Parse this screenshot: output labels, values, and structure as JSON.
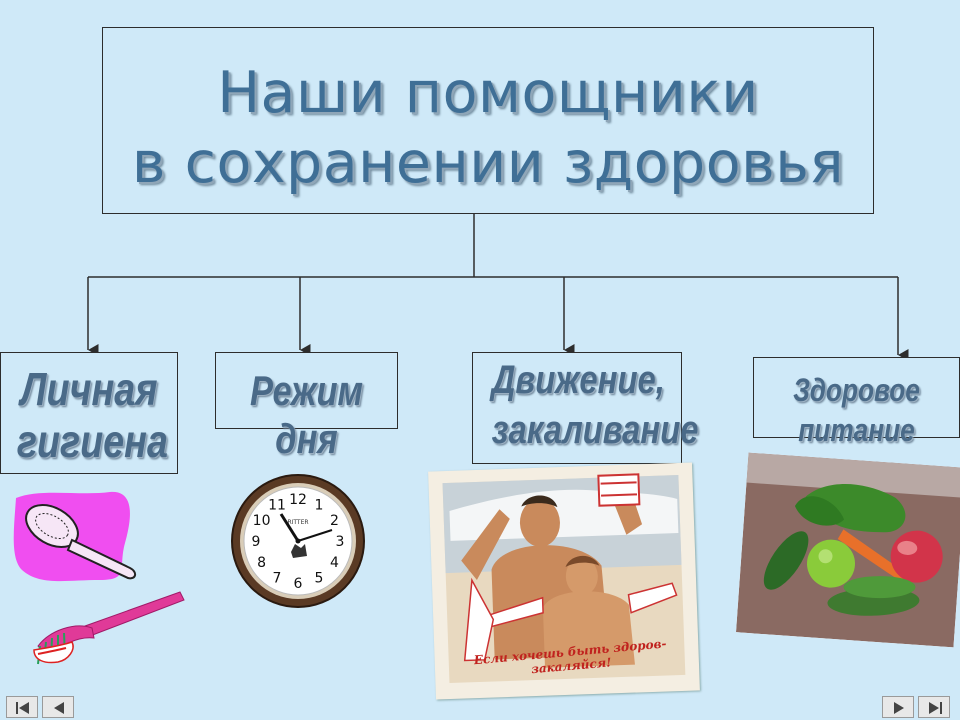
{
  "title": {
    "line1": "Наши помощники",
    "line2": "в сохранении здоровья"
  },
  "categories": [
    {
      "id": "hygiene",
      "line1": "Личная",
      "line2": "гигиена"
    },
    {
      "id": "regime",
      "line1": "Режим дня"
    },
    {
      "id": "movement",
      "line1": "Движение,",
      "line2": "закаливание"
    },
    {
      "id": "food",
      "line1": "Здоровое питание"
    }
  ],
  "clock": {
    "brand": "RITTER",
    "numbers": [
      "12",
      "1",
      "2",
      "3",
      "4",
      "5",
      "6",
      "7",
      "8",
      "9",
      "10",
      "11"
    ]
  },
  "poster": {
    "caption": "Если хочешь быть здоров-закаляйся!"
  },
  "nav": {
    "left": [
      "first-slide-icon",
      "previous-slide-icon"
    ],
    "right": [
      "next-slide-icon",
      "last-slide-icon"
    ]
  },
  "colors": {
    "background": "#cfe9f8",
    "title_text": "#3f6f96",
    "label_text": "#4a6a88",
    "line": "#2d2d2d"
  }
}
